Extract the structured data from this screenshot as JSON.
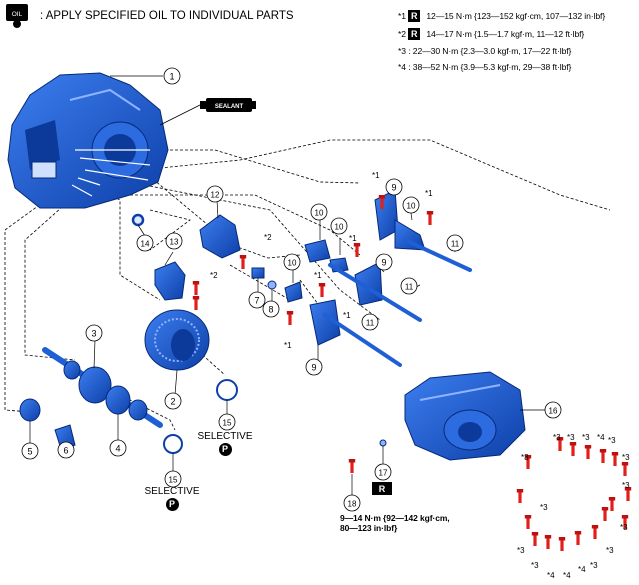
{
  "header": {
    "icon_text": "OIL",
    "note": ": APPLY SPECIFIED OIL TO INDIVIDUAL PARTS"
  },
  "torque_specs": [
    {
      "mark": "*1",
      "r": "R",
      "text": "12—15 N·m {123—152 kgf·cm, 107—132 in·lbf}"
    },
    {
      "mark": "*2",
      "r": "R",
      "text": "14—17 N·m {1.5—1.7 kgf·m, 11—12 ft·lbf}"
    },
    {
      "mark": "*3",
      "text": ": 22—30 N·m {2.3—3.0 kgf·m, 17—22 ft·lbf}"
    },
    {
      "mark": "*4",
      "text": ": 38—52 N·m {3.9—5.3 kgf·m, 29—38 ft·lbf}"
    }
  ],
  "sealant_label": "SEALANT",
  "selective": {
    "text": "SELECTIVE",
    "badge": "P"
  },
  "bolt18_spec": {
    "line1": "9—14 N·m {92—142 kgf·cm,",
    "line2": "80—123 in·lbf}"
  },
  "r_badge": "R",
  "callouts": {
    "c1": "1",
    "c2": "2",
    "c3": "3",
    "c4": "4",
    "c5": "5",
    "c6": "6",
    "c7": "7",
    "c8": "8",
    "c9": "9",
    "c10": "10",
    "c11": "11",
    "c12": "12",
    "c13": "13",
    "c14": "14",
    "c15": "15",
    "c16": "16",
    "c17": "17",
    "c18": "18"
  },
  "marks": {
    "m1": "*1",
    "m2": "*2",
    "m3": "*3",
    "m4": "*4"
  },
  "colors": {
    "part_blue": "#1f5fd6",
    "part_dark": "#0b3a9a",
    "bolt_red": "#e0201a"
  }
}
